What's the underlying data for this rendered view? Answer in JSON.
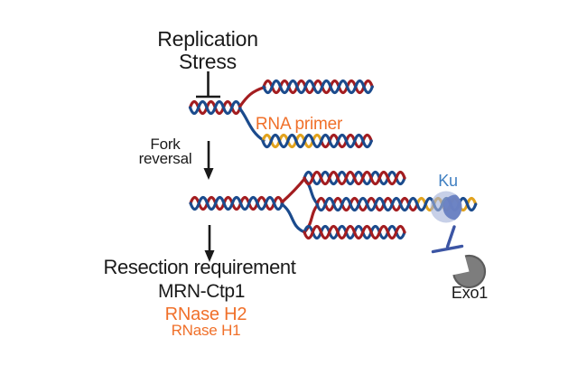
{
  "diagram": {
    "stress_label": {
      "line1": "Replication",
      "line2": "Stress"
    },
    "fork_reversal_label": {
      "line1": "Fork",
      "line2": "reversal"
    },
    "rna_primer_label": "RNA primer",
    "ku_label": "Ku",
    "exo1_label": "Exo1"
  },
  "conclusion": {
    "title": "Resection requirement",
    "items": [
      {
        "label": "MRN-Ctp1"
      },
      {
        "label": "RNase H2"
      },
      {
        "label": "RNase H1"
      }
    ]
  },
  "icons": {
    "down_arrow": "↓",
    "inhibition_bar": "⊥",
    "ku_shape": "two-lobed sphere clamped on DNA end",
    "exo1_shape": "pac-man wedge-cut circle"
  },
  "colors": {
    "dna_red": "#a31d20",
    "dna_blue": "#1b4b8d",
    "rna_gold": "#e2a31e",
    "orange_text": "#f0702a",
    "ku_label_blue": "#3f7fc1",
    "ku_light": "#a5b3da",
    "ku_dark": "#6880c2",
    "inhibit_blue": "#3c55a4",
    "exo1_gray": "#7d7d7d",
    "exo1_border": "#5c5c5c",
    "text_black": "#1a1a1a"
  }
}
